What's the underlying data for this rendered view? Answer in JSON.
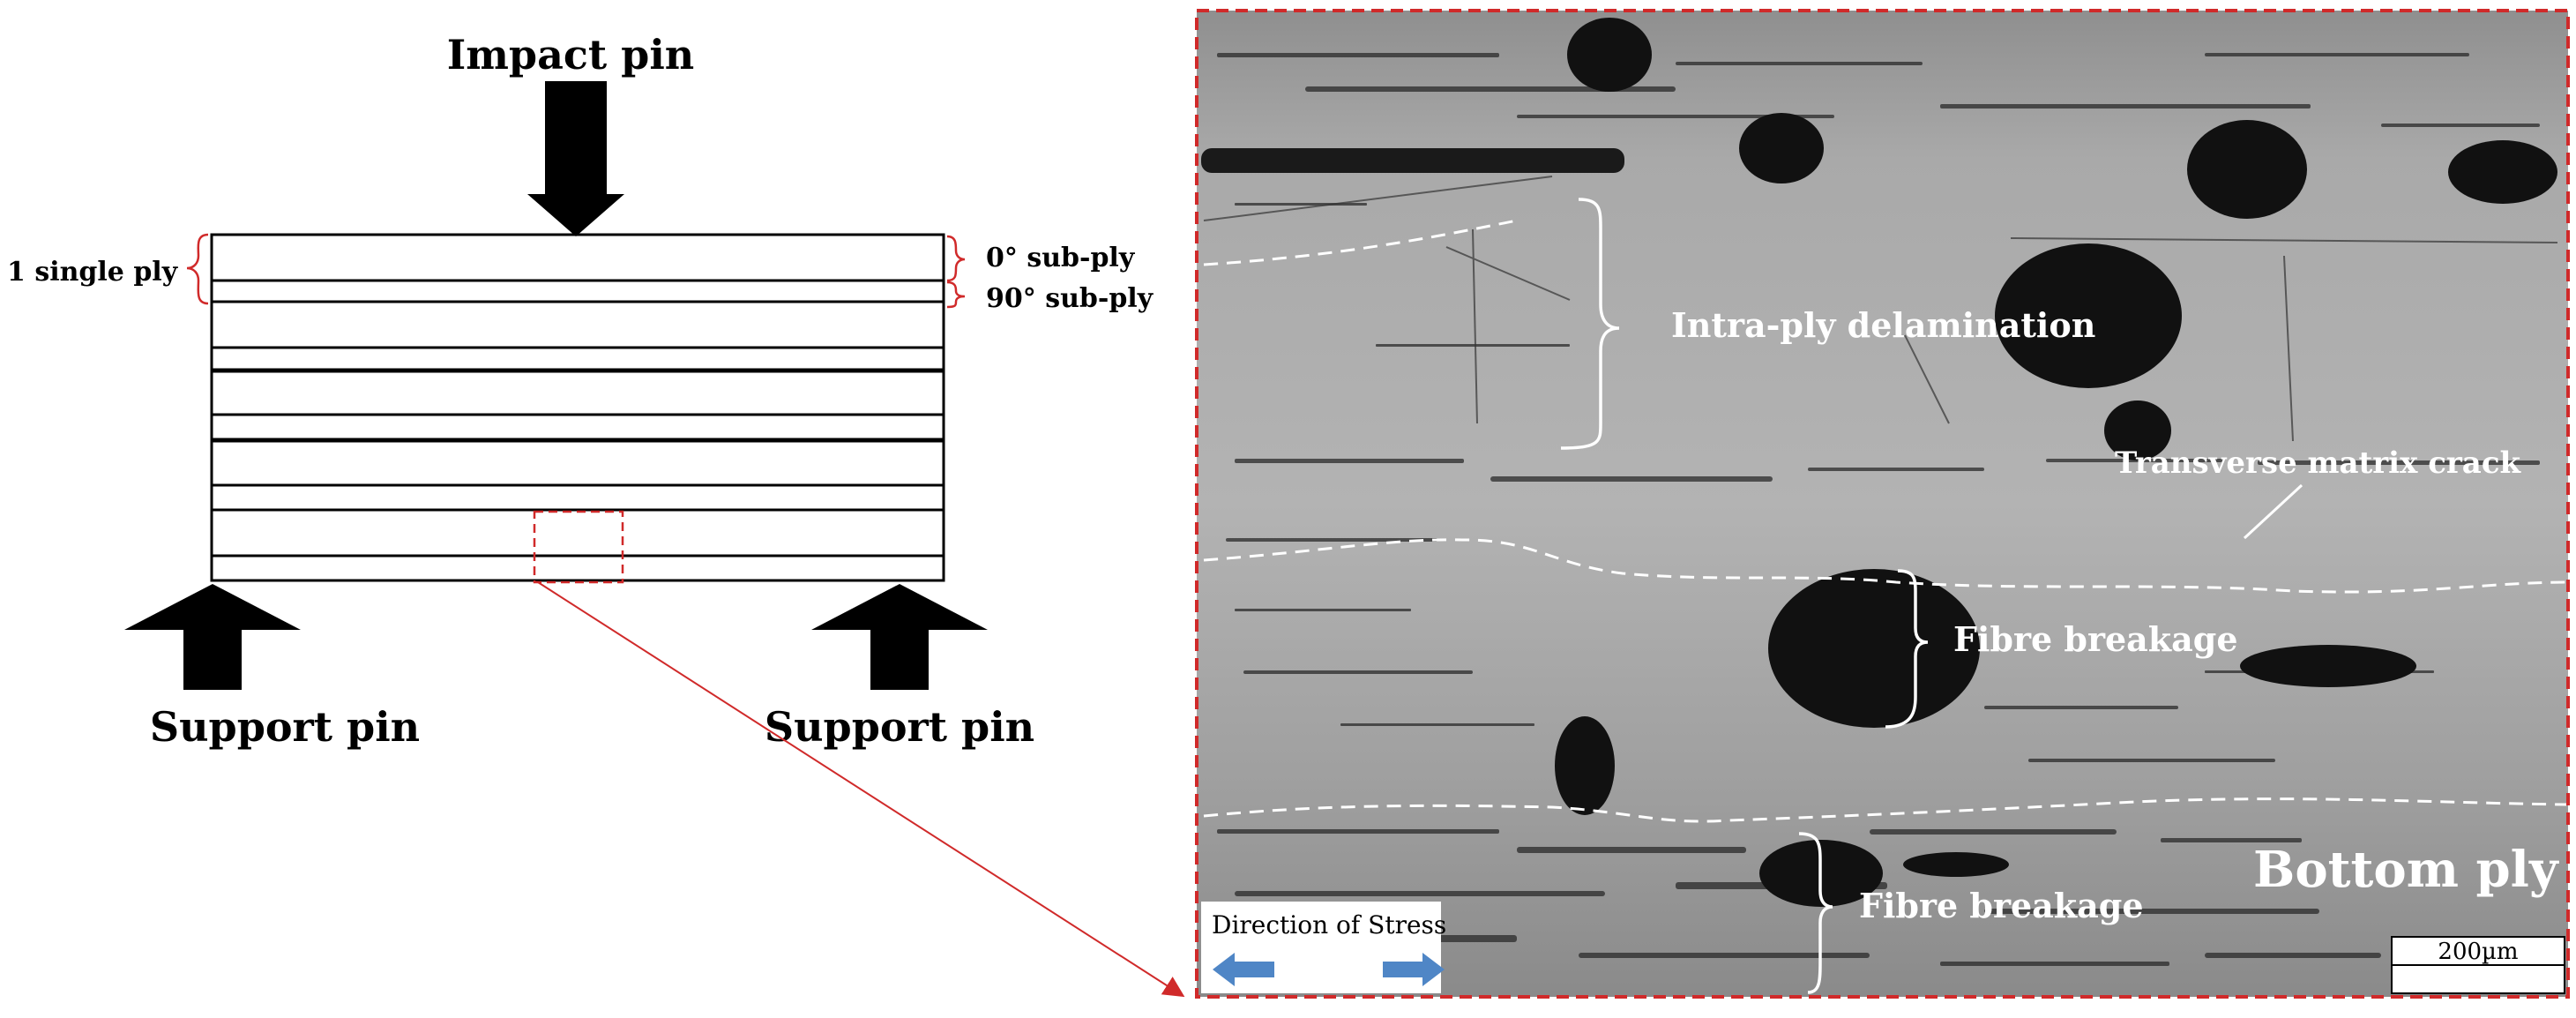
{
  "labels": {
    "impact_pin": "Impact pin",
    "support_pin_left": "Support pin",
    "support_pin_right": "Support pin",
    "single_ply": "1 single ply",
    "sub_ply_0": "0° sub-ply",
    "sub_ply_90": "90° sub-ply"
  },
  "micrograph": {
    "intra_ply_delamination": "Intra-ply delamination",
    "transverse_matrix_crack": "Transverse matrix crack",
    "fibre_breakage_1": "Fibre breakage",
    "fibre_breakage_2": "Fibre breakage",
    "bottom_ply": "Bottom ply",
    "direction_of_stress": "Direction of Stress",
    "scale_bar": "200µm"
  },
  "colors": {
    "highlight_red": "#d02a2a",
    "arrow_blue": "#4f86c6",
    "micrograph_base": "#a8a8a8"
  }
}
